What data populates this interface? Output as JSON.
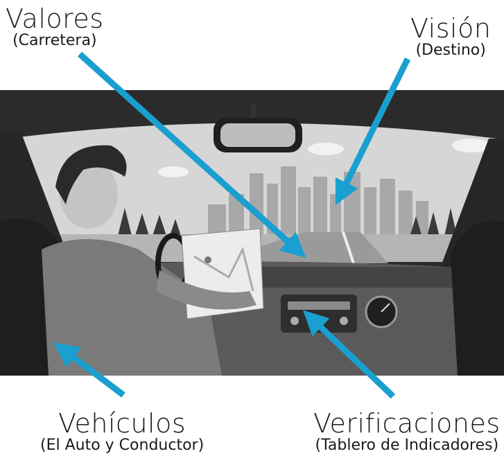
{
  "labels": {
    "valores": {
      "title": "Valores",
      "subtitle": "(Carretera)"
    },
    "vision": {
      "title": "Visión",
      "subtitle": "(Destino)"
    },
    "vehiculos": {
      "title": "Vehículos",
      "subtitle": "(El Auto y Conductor)"
    },
    "verificaciones": {
      "title": "Verificaciones",
      "subtitle": "(Tablero de Indicadores)"
    }
  },
  "colors": {
    "arrow": "#1a9fd0",
    "scene_dark": "#2b2b2b",
    "scene_mid": "#8c8c8c",
    "scene_light": "#d6d6d6"
  }
}
